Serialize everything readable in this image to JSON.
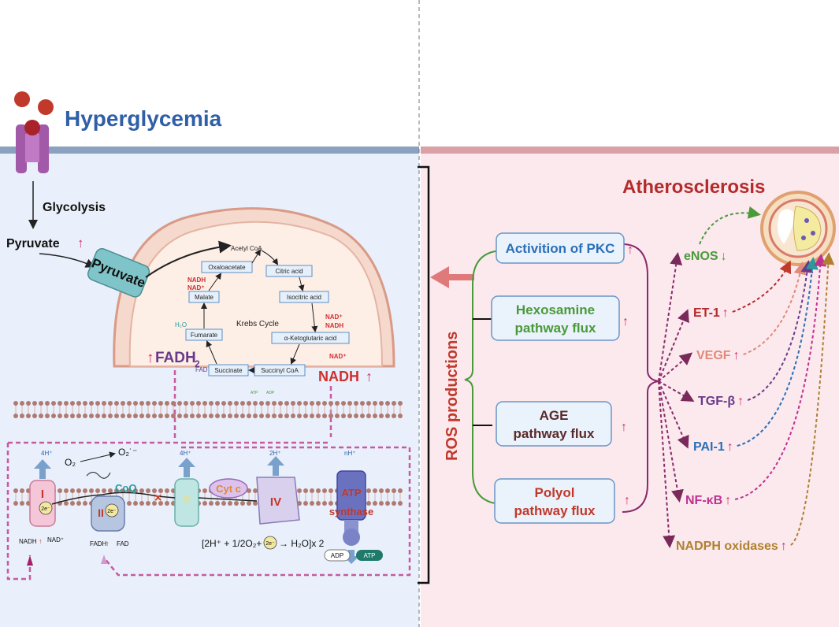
{
  "title": "Hyperglycemia",
  "left_panel": {
    "glycolysis": "Glycolysis",
    "pyruvate": "Pyruvate",
    "pyruvate_transporter": "Pyruvate",
    "fadh2": "FADH",
    "fadh2_sub": "2",
    "nadh": "NADH",
    "krebs": {
      "title": "Krebs Cycle",
      "acetyl": "Acetyl CoA",
      "citric": "Citric acid",
      "isocitric": "Isocitric acid",
      "ketoglutaric": "α-Ketoglutaric acid",
      "succinyl": "Succinyl CoA",
      "succinate": "Succinate",
      "fumarate": "Fumarate",
      "malate": "Malate",
      "oxaloacetate": "Oxaloacetate",
      "nadh1": "NADH",
      "nadp1": "NAD⁺",
      "nadh2": "NADH",
      "nadp2": "NAD⁺",
      "nadp3": "NAD⁺",
      "h2o": "H₂O",
      "fad": "FAD",
      "atp": "ATP",
      "adp": "ADP"
    },
    "etc": {
      "complex1": "I",
      "complex2": "II",
      "complex3": "III",
      "complex4": "IV",
      "coq": "CoQ",
      "cytc": "Cyt c",
      "atp_synthase_1": "ATP",
      "atp_synthase_2": "synthase",
      "h1": "4H⁺",
      "h3": "4H⁺",
      "h4": "2H⁺",
      "hn": "nH⁺",
      "o2": "O₂",
      "o2r": "O₂˙⁻",
      "e": "2e⁻",
      "nadh": "NADH",
      "nad": "NAD⁺",
      "fadh": "FADH",
      "fad": "FAD",
      "adp": "ADP",
      "atp": "ATP",
      "eq_a": "[2H⁺ + 1/2O₂+",
      "eq_b": "→ H₂O]x 2"
    }
  },
  "middle": {
    "ros": "ROS productions"
  },
  "pathways": [
    {
      "label1": "Activition of PKC",
      "label2": "",
      "color": "#2a6fb8"
    },
    {
      "label1": "Hexosamine",
      "label2": "pathway flux",
      "color": "#4a9a3a"
    },
    {
      "label1": "AGE",
      "label2": "pathway flux",
      "color": "#5a2a2a"
    },
    {
      "label1": "Polyol",
      "label2": "pathway flux",
      "color": "#c0392b"
    }
  ],
  "right_panel": {
    "title": "Atherosclerosis",
    "factors": [
      {
        "label": "eNOS",
        "arrow": "↓",
        "color": "#4a9a3a"
      },
      {
        "label": "ET-1",
        "arrow": "↑",
        "color": "#b52a2a"
      },
      {
        "label": "VEGF",
        "arrow": "↑",
        "color": "#e08a7a"
      },
      {
        "label": "TGF-β",
        "arrow": "↑",
        "color": "#6a3a8a"
      },
      {
        "label": "PAI-1",
        "arrow": "↑",
        "color": "#2a6fb8"
      },
      {
        "label": "NF-κB",
        "arrow": "↑",
        "color": "#c03090"
      },
      {
        "label": "NADPH oxidases",
        "arrow": "↑",
        "color": "#b08030"
      }
    ]
  },
  "up_arrow": "↑"
}
